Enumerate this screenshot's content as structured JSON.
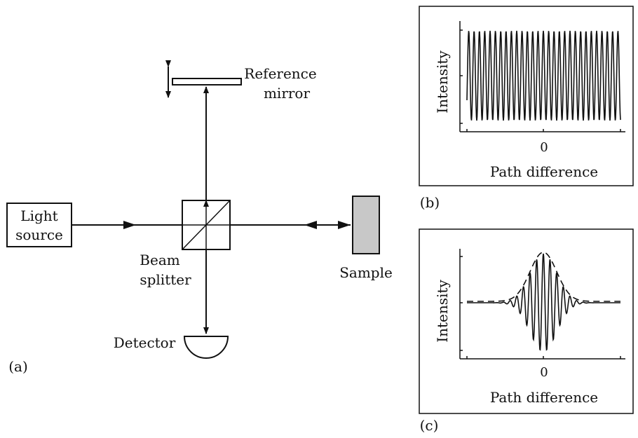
{
  "diagram": {
    "panel_a": {
      "caption": "(a)",
      "light_source": [
        "Light",
        "source"
      ],
      "reference_mirror": [
        "Reference",
        "mirror"
      ],
      "beam_splitter": [
        "Beam",
        "splitter"
      ],
      "sample": "Sample",
      "detector": "Detector"
    },
    "panel_b": {
      "caption": "(b)",
      "ylabel": "Intensity",
      "xlabel": "Path difference",
      "xtick": "0"
    },
    "panel_c": {
      "caption": "(c)",
      "ylabel": "Intensity",
      "xlabel": "Path difference",
      "xtick": "0"
    }
  },
  "colors": {
    "line": "#111111",
    "sample_fill": "#c8c8c8",
    "background": "#ffffff"
  }
}
